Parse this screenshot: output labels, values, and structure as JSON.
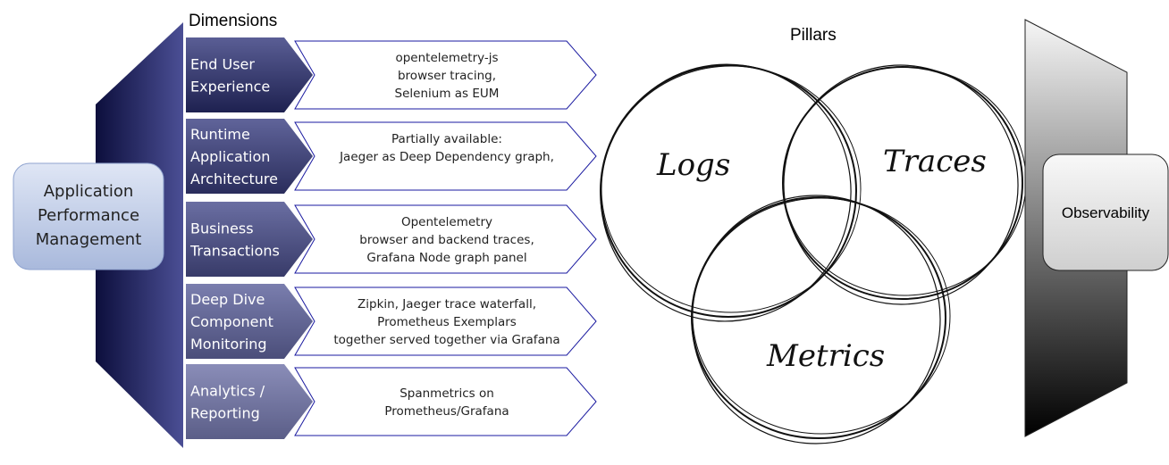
{
  "dimensions_title": "Dimensions",
  "apm_label": [
    "Application",
    "Performance",
    "Management"
  ],
  "dimensions": [
    {
      "label": [
        "End User",
        "Experience"
      ],
      "description": [
        "opentelemetry-js",
        "browser tracing,",
        "Selenium as EUM"
      ]
    },
    {
      "label": [
        "Runtime",
        "Application",
        "Architecture"
      ],
      "description": [
        "Partially available:",
        "Jaeger as Deep Dependency graph,"
      ]
    },
    {
      "label": [
        "Business",
        "Transactions"
      ],
      "description": [
        "Opentelemetry",
        "browser and backend traces,",
        "Grafana Node graph panel"
      ]
    },
    {
      "label": [
        "Deep Dive",
        "Component",
        "Monitoring"
      ],
      "description": [
        "Zipkin, Jaeger trace waterfall,",
        "Prometheus Exemplars",
        "together served together via Grafana"
      ]
    },
    {
      "label": [
        "Analytics /",
        "Reporting"
      ],
      "description": [
        "Spanmetrics on",
        "Prometheus/Grafana"
      ]
    }
  ],
  "pillars_title": "Pillars",
  "pillars": [
    "Logs",
    "Traces",
    "Metrics"
  ],
  "observability_label": "Observability",
  "colors": {
    "dim_dark": "#23264f",
    "dim_light": "#7a7ea3",
    "outline_blue": "#1a1aa0"
  }
}
